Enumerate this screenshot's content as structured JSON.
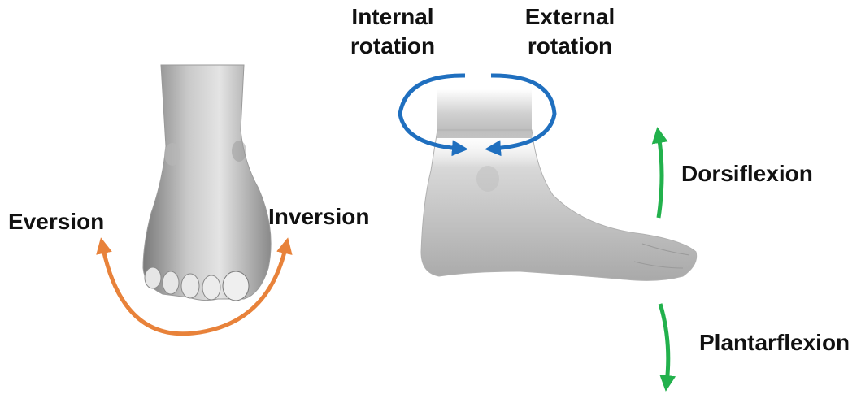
{
  "labels": {
    "eversion": "Eversion",
    "inversion": "Inversion",
    "internal_rotation_line1": "Internal",
    "internal_rotation_line2": "rotation",
    "external_rotation_line1": "External",
    "external_rotation_line2": "rotation",
    "dorsiflexion": "Dorsiflexion",
    "plantarflexion": "Plantarflexion"
  },
  "colors": {
    "eversion_inversion_arrow": "#E8823A",
    "rotation_arrow": "#1F6FBF",
    "flexion_arrow": "#22B14C",
    "text": "#111111"
  },
  "illustrations": {
    "front_view": "foot-front-view-illustration",
    "side_view": "ankle-side-view-illustration"
  }
}
